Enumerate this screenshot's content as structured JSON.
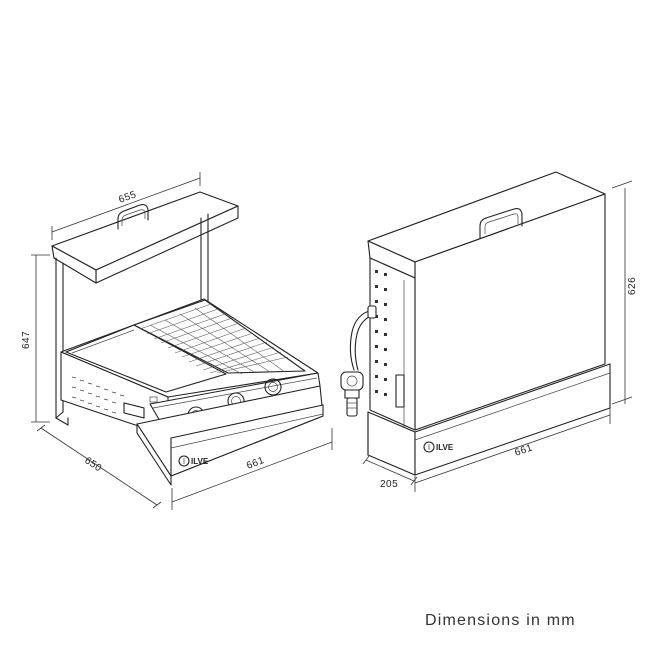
{
  "brand": "ILVE",
  "caption": "Dimensions in mm",
  "left_view": {
    "dimensions": {
      "top_width": "655",
      "height": "647",
      "depth": "650",
      "front_width": "661"
    }
  },
  "right_view": {
    "dimensions": {
      "height": "626",
      "front_width": "661",
      "depth": "205"
    }
  },
  "colors": {
    "line": "#222222",
    "background": "#ffffff"
  }
}
